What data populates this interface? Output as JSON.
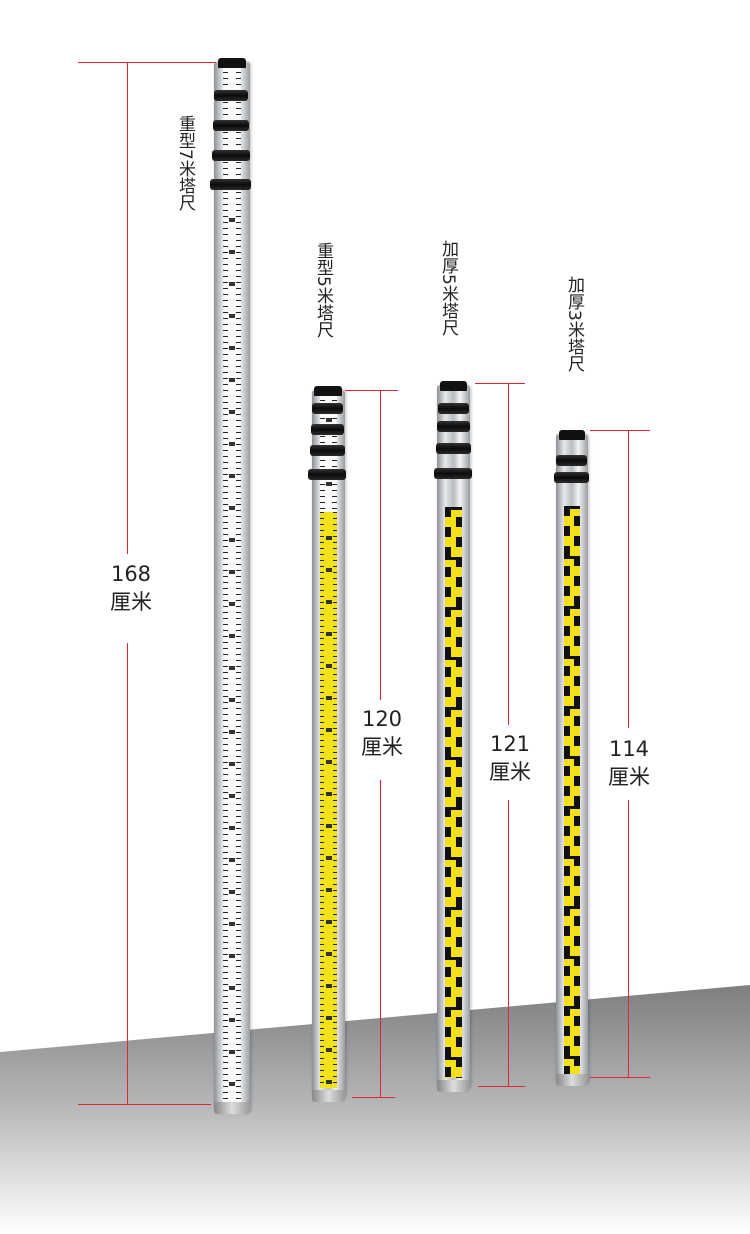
{
  "rods": [
    {
      "title": "重型7米塔尺",
      "height_value": "168",
      "height_unit": "厘米"
    },
    {
      "title": "重型5米塔尺",
      "height_value": "120",
      "height_unit": "厘米"
    },
    {
      "title": "加厚5米塔尺",
      "height_value": "121",
      "height_unit": "厘米"
    },
    {
      "title": "加厚3米塔尺",
      "height_value": "114",
      "height_unit": "厘米"
    }
  ],
  "colors": {
    "dimension_line": "#e3262c",
    "yellow_scale": "#f2e21c"
  }
}
